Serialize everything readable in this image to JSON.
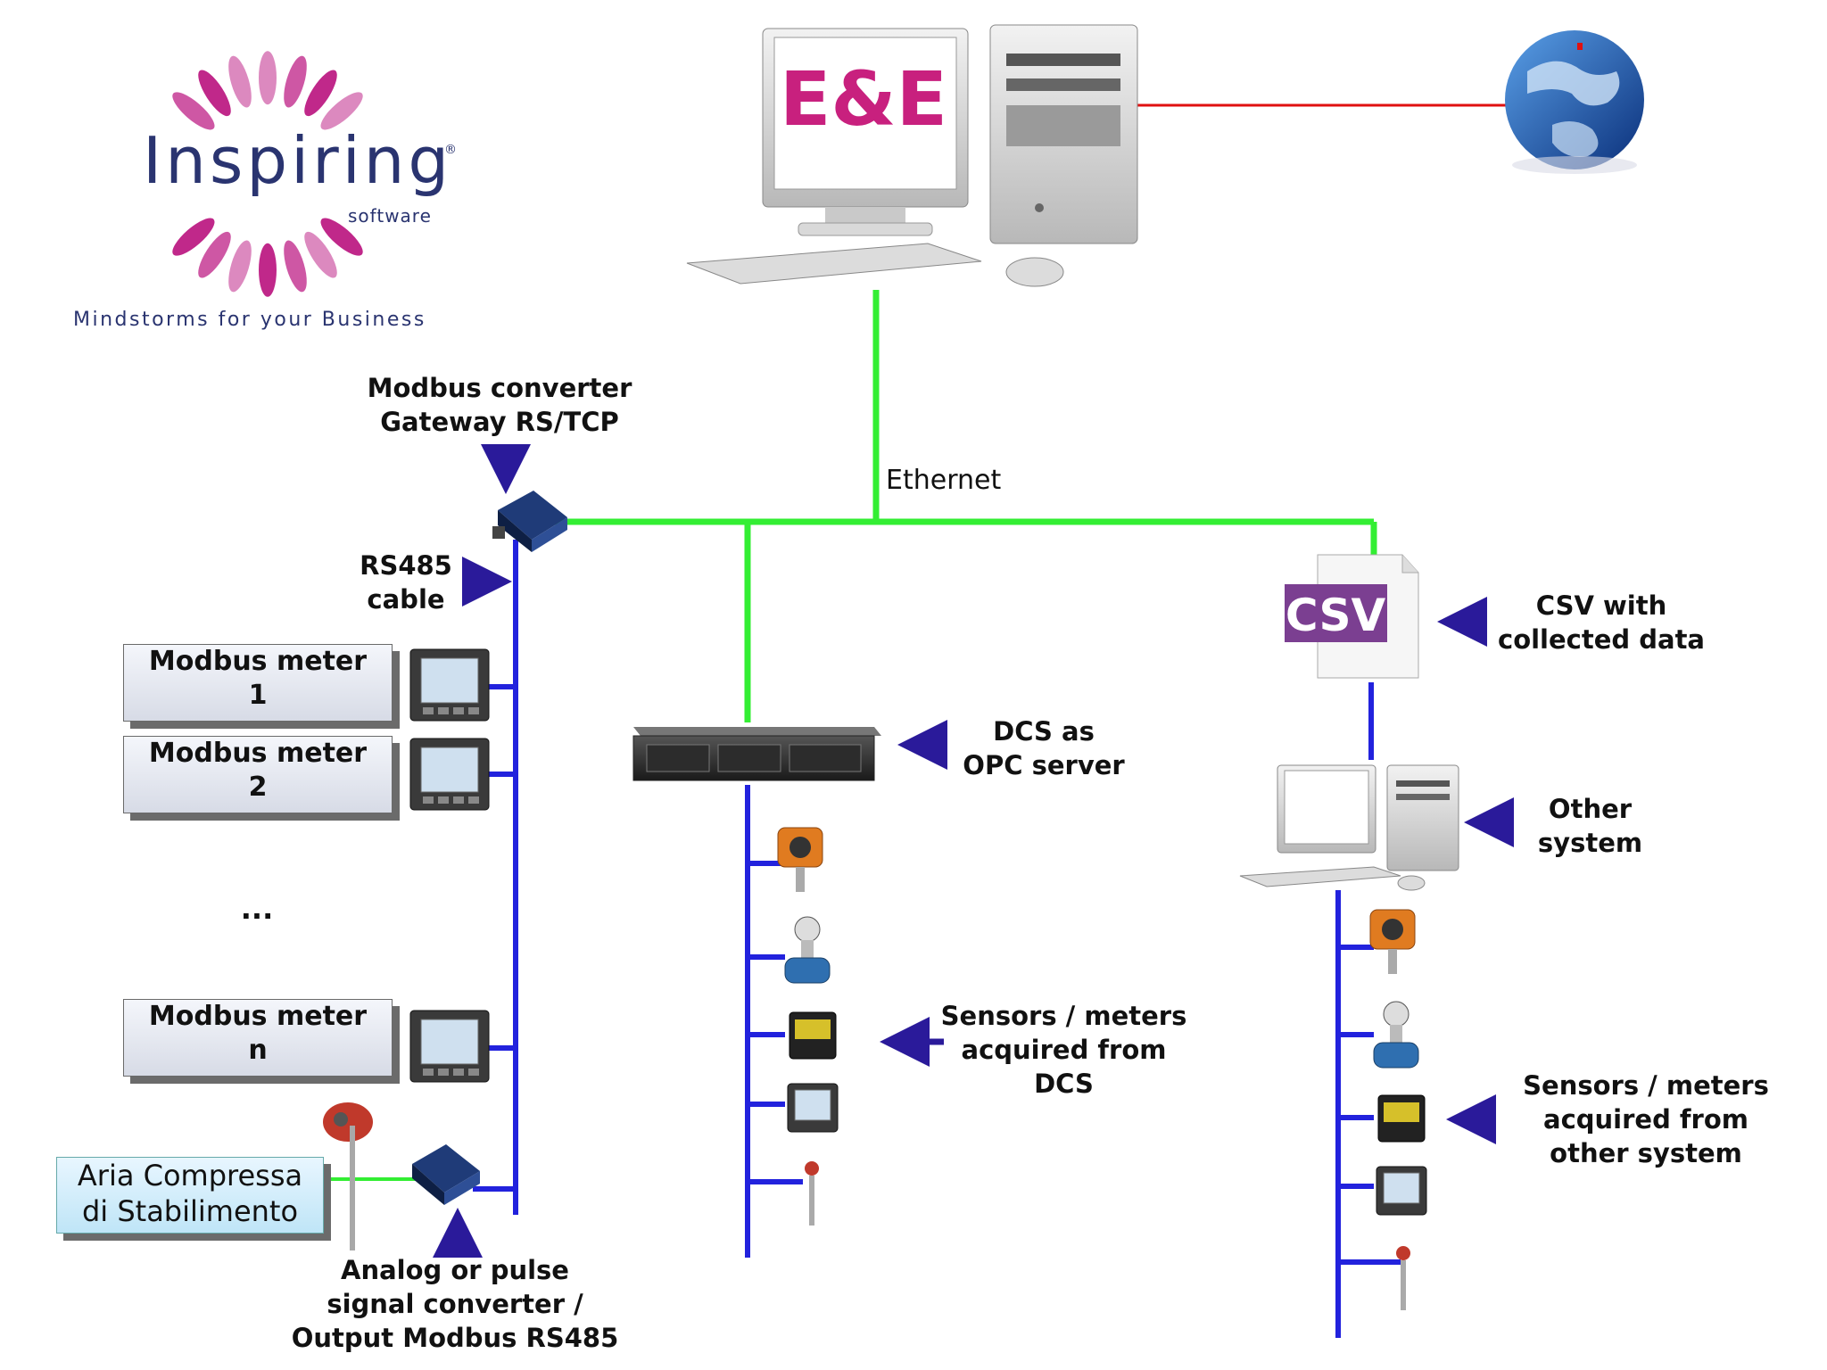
{
  "logo": {
    "brand": "Inspiring",
    "sub": "software",
    "tagline": "Mindstorms for your Business"
  },
  "main_pc": {
    "screen_text": "E&E"
  },
  "network": {
    "ethernet_label": "Ethernet"
  },
  "gateway": {
    "label": "Modbus converter\nGateway RS/TCP"
  },
  "rs485": {
    "label": "RS485\ncable"
  },
  "meters": [
    {
      "label": "Modbus meter\n1"
    },
    {
      "label": "Modbus meter\n2"
    },
    {
      "label": "Modbus meter\nn"
    }
  ],
  "ellipsis": "...",
  "aria": {
    "label": "Aria Compressa\ndi Stabilimento"
  },
  "signal_converter": {
    "label": "Analog or pulse\nsignal converter /\nOutput Modbus RS485"
  },
  "dcs": {
    "label": "DCS as\nOPC server"
  },
  "dcs_sensors": {
    "label": "Sensors / meters\nacquired from\nDCS"
  },
  "csv": {
    "icon_text": "CSV",
    "label": "CSV with\ncollected data"
  },
  "other_system": {
    "label": "Other\nsystem"
  },
  "other_sensors": {
    "label": "Sensors / meters\nacquired from\nother system"
  },
  "colors": {
    "ethernet": "#33ee33",
    "bus": "#2222dd",
    "internet_link": "#e01010",
    "logo_petal": "#c0288a",
    "ee_text": "#c8207e",
    "csv_badge": "#7b3f91",
    "arrow": "#2a1a9a"
  }
}
